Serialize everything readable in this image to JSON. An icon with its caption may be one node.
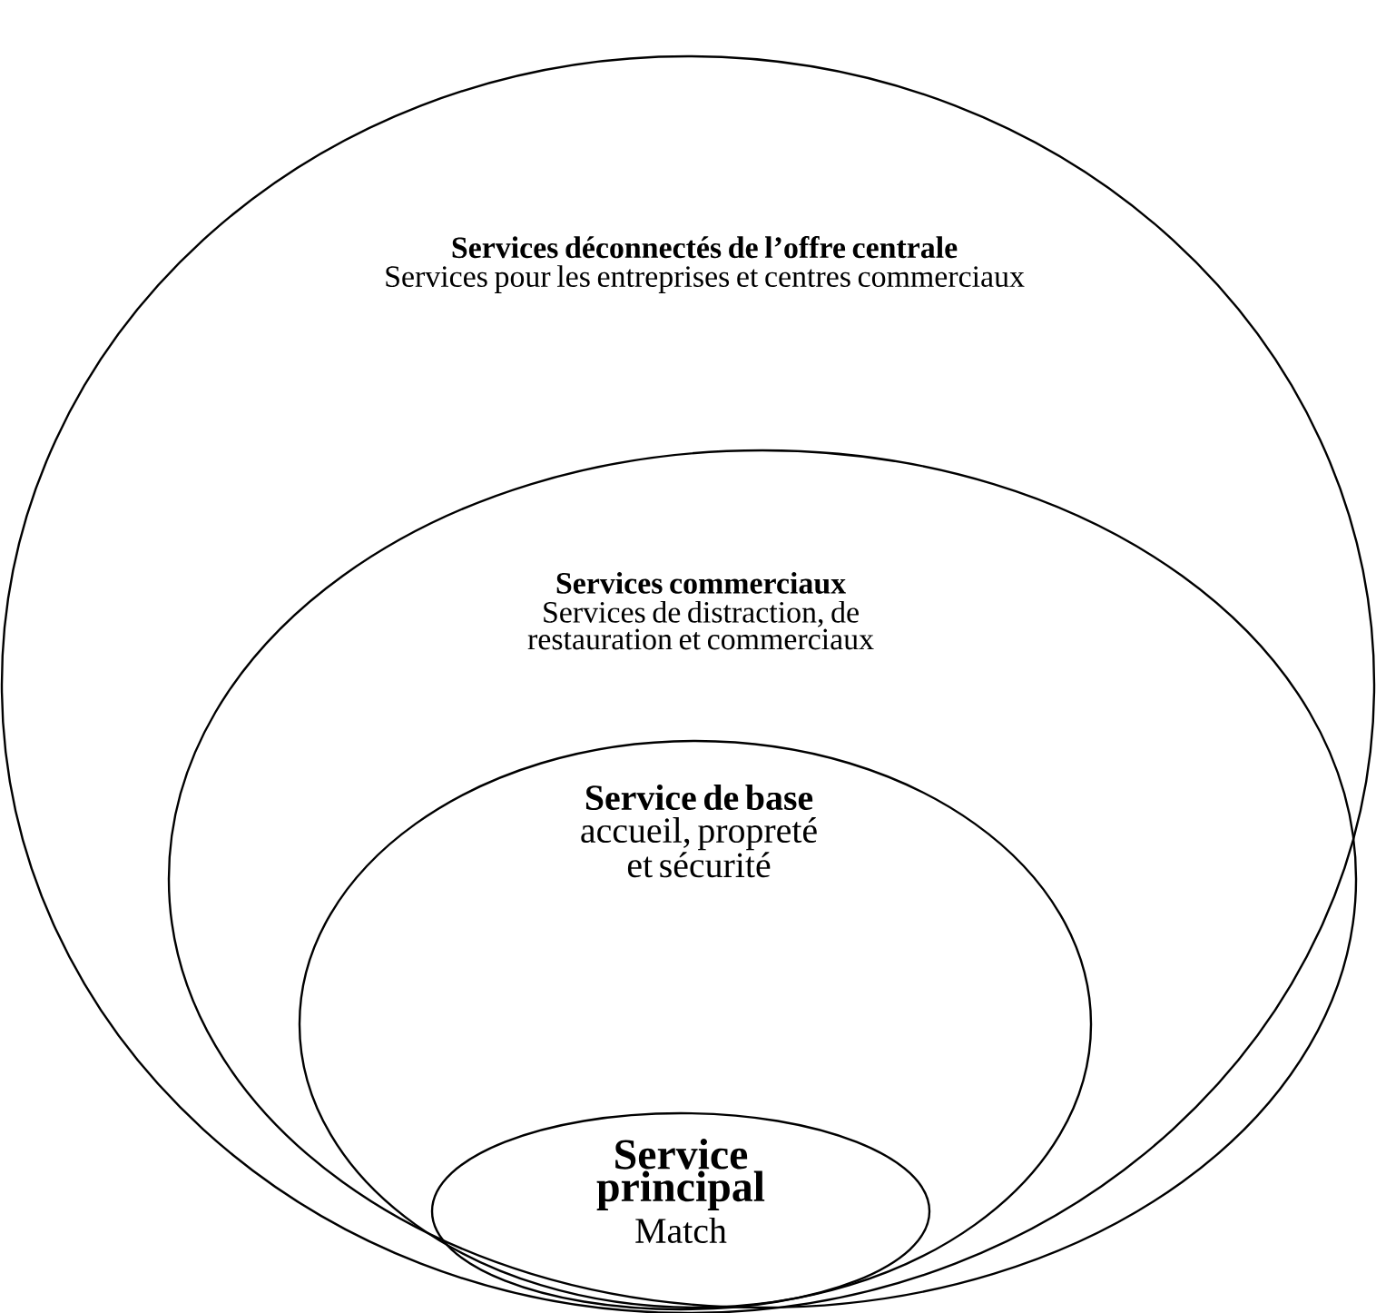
{
  "diagram": {
    "nodes": [
      {
        "text": [
          "Services déconnectés de l’offre centrale",
          "Services pour les entreprises et centres commerciaux"
        ]
      },
      {
        "text": [
          "Services commerciaux",
          "Services de distraction, de restauration et commerciaux"
        ],
        "in": 0
      },
      {
        "text": [
          "Service de base",
          "accueil, propreté et sécurité"
        ],
        "in": 1
      },
      {
        "text": [
          "Service principal",
          "Match"
        ],
        "in": 2
      }
    ]
  }
}
